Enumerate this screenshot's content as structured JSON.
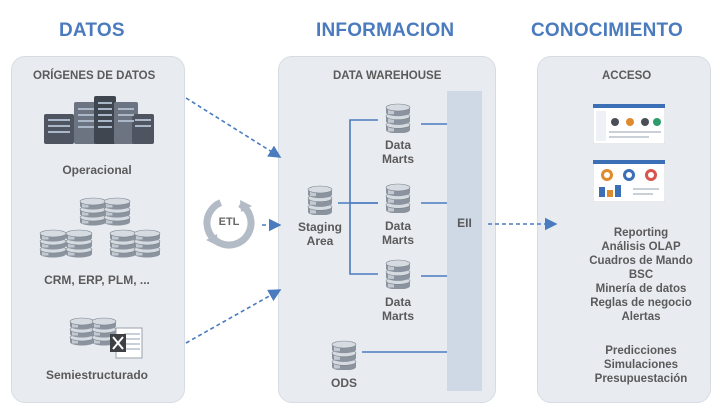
{
  "headings": {
    "datos": "DATOS",
    "informacion": "INFORMACION",
    "conocimiento": "CONOCIMIENTO"
  },
  "sources": {
    "title": "ORÍGENES DE DATOS",
    "operacional": "Operacional",
    "crm": "CRM, ERP, PLM, ...",
    "semi": "Semiestructurado"
  },
  "etl": "ETL",
  "warehouse": {
    "title": "DATA WAREHOUSE",
    "staging": [
      "Staging",
      "Area"
    ],
    "marts": [
      [
        "Data",
        "Marts"
      ],
      [
        "Data",
        "Marts"
      ],
      [
        "Data",
        "Marts"
      ]
    ],
    "ods": "ODS",
    "eii": "EII"
  },
  "access": {
    "title": "ACCESO",
    "list1": [
      "Reporting",
      "Análisis OLAP",
      "Cuadros de Mando",
      "BSC",
      "Minería de datos",
      "Reglas de negocio",
      "Alertas"
    ],
    "list2": [
      "Predicciones",
      "Simulaciones",
      "Presupuestación"
    ]
  },
  "colors": {
    "accent": "#4a7bbf",
    "panel": "#e8ecf1",
    "eiibar": "#cfd9e6",
    "text": "#5a5a5a"
  }
}
